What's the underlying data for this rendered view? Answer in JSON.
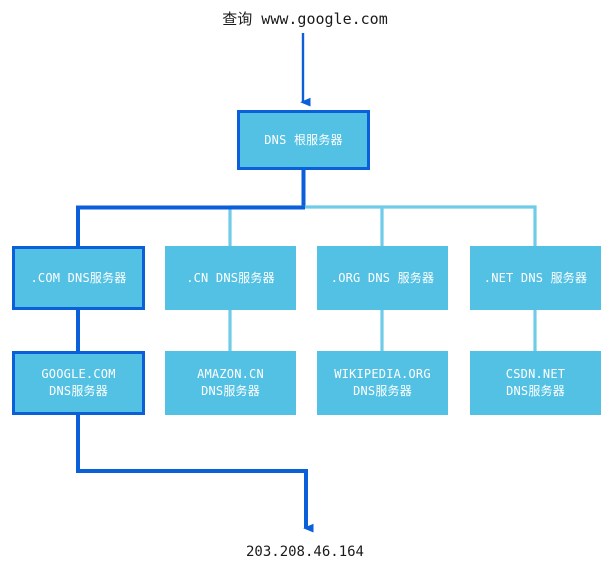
{
  "diagram": {
    "type": "dns-resolution-hierarchy",
    "colors": {
      "node_fill": "#53C1E4",
      "highlight_stroke": "#0B5FD9",
      "normal_stroke": "#53C1E4",
      "node_text": "#ffffff",
      "caption_text": "#1a1a1a",
      "background": "#ffffff"
    },
    "query_caption": "查询 www.google.com",
    "result_caption": "203.208.46.164",
    "root": {
      "label": "DNS 根服务器",
      "highlighted": true
    },
    "tld_nodes": [
      {
        "label": ".COM DNS服务器",
        "highlighted": true
      },
      {
        "label": ".CN DNS服务器",
        "highlighted": false
      },
      {
        "label": ".ORG DNS 服务器",
        "highlighted": false
      },
      {
        "label": ".NET DNS 服务器",
        "highlighted": false
      }
    ],
    "authoritative_nodes": [
      {
        "line1": "GOOGLE.COM",
        "line2": "DNS服务器",
        "highlighted": true
      },
      {
        "line1": "AMAZON.CN",
        "line2": "DNS服务器",
        "highlighted": false
      },
      {
        "line1": "WIKIPEDIA.ORG",
        "line2": "DNS服务器",
        "highlighted": false
      },
      {
        "line1": "CSDN.NET",
        "line2": "DNS服务器",
        "highlighted": false
      }
    ]
  }
}
